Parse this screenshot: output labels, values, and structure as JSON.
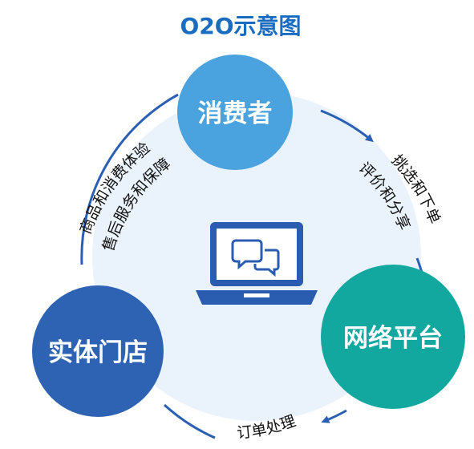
{
  "title": "O2O示意图",
  "colors": {
    "title": "#1a6cc1",
    "consumer": "#4aa3df",
    "platform": "#12a8a0",
    "store": "#2e63b4",
    "ring": "#2b5fb3",
    "laptop": "#2a5cb0",
    "disc": "#eaf3fb"
  },
  "nodes": {
    "consumer": "消费者",
    "platform": "网络平台",
    "store": "实体门店"
  },
  "edges": {
    "left_outer": "商品和消费体验",
    "left_inner": "售后服务和保障",
    "right_outer": "挑选和下单",
    "right_inner": "评价和分享",
    "bottom": "订单处理"
  },
  "icons": {
    "center": "laptop-chat-icon"
  }
}
